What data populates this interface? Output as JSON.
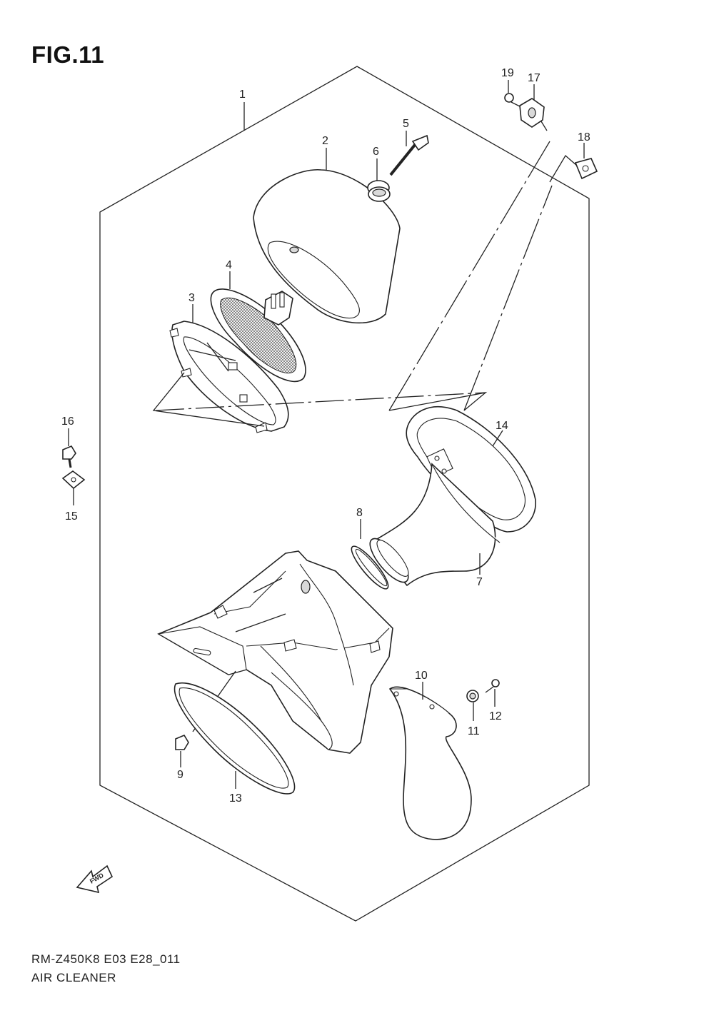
{
  "figure": {
    "title": "FIG.11",
    "code": "RM-Z450K8 E03 E28_011",
    "name": "AIR CLEANER"
  },
  "callouts": {
    "c1": "1",
    "c2": "2",
    "c3": "3",
    "c4": "4",
    "c5": "5",
    "c6": "6",
    "c7": "7",
    "c8": "8",
    "c9": "9",
    "c10": "10",
    "c11": "11",
    "c12": "12",
    "c13": "13",
    "c14": "14",
    "c15": "15",
    "c16": "16",
    "c17": "17",
    "c18": "18",
    "c19": "19"
  },
  "fwd_label": "FWD"
}
